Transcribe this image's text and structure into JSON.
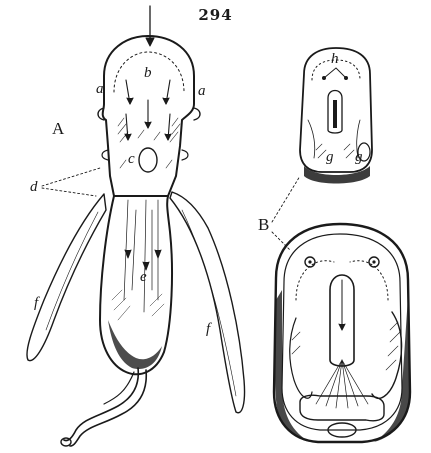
{
  "figure_number": "294",
  "labels": {
    "A": "A",
    "B": "B",
    "a_left": "a",
    "a_right": "a",
    "b": "b",
    "c": "c",
    "d": "d",
    "e": "e",
    "f_left": "f",
    "f_right": "f",
    "h": "h",
    "g_left": "g",
    "g_right": "g"
  },
  "colors": {
    "ink": "#1a1a1a",
    "paper": "#ffffff"
  }
}
